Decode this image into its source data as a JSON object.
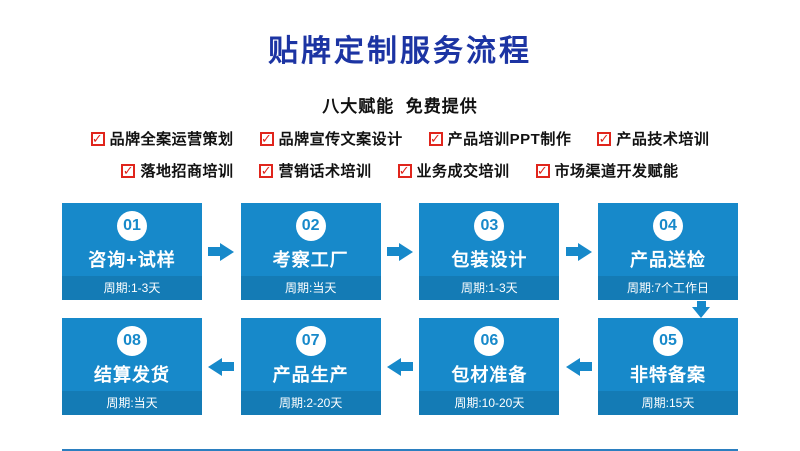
{
  "header": {
    "title": "贴牌定制服务流程",
    "subtitle": "八大赋能  免费提供"
  },
  "benefits": {
    "row1": [
      "品牌全案运营策划",
      "品牌宣传文案设计",
      "产品培训PPT制作",
      "产品技术培训"
    ],
    "row2": [
      "落地招商培训",
      "营销话术培训",
      "业务成交培训",
      "市场渠道开发赋能"
    ]
  },
  "flow": {
    "row1": [
      {
        "num": "01",
        "label": "咨询+试样",
        "period": "周期:1-3天"
      },
      {
        "num": "02",
        "label": "考察工厂",
        "period": "周期:当天"
      },
      {
        "num": "03",
        "label": "包装设计",
        "period": "周期:1-3天"
      },
      {
        "num": "04",
        "label": "产品送检",
        "period": "周期:7个工作日"
      }
    ],
    "row2": [
      {
        "num": "08",
        "label": "结算发货",
        "period": "周期:当天"
      },
      {
        "num": "07",
        "label": "产品生产",
        "period": "周期:2-20天"
      },
      {
        "num": "06",
        "label": "包材准备",
        "period": "周期:10-20天"
      },
      {
        "num": "05",
        "label": "非特备案",
        "period": "周期:15天"
      }
    ]
  },
  "icons": {
    "check": "✓"
  },
  "colors": {
    "title-blue": "#1c34a3",
    "box-blue": "#1789ca",
    "check-red": "#e0251c",
    "line-blue": "#2b7fc0"
  }
}
